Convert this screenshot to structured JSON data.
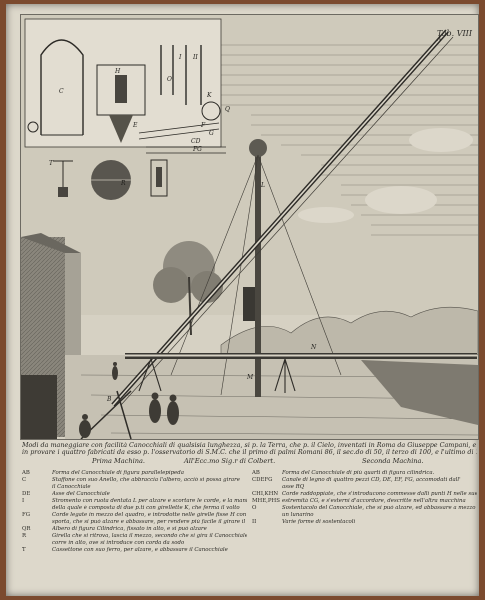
{
  "plate": {
    "tab_label": "Tab. VIII",
    "letters": [
      "C",
      "T",
      "H",
      "R",
      "I",
      "II",
      "O",
      "K",
      "E",
      "Q",
      "F",
      "G",
      "CD",
      "FG",
      "A",
      "B",
      "M",
      "N",
      "L"
    ]
  },
  "caption": {
    "lines": [
      "Modi da maneggiare con facilità Canocchiali di qualsisia lunghezza, sì p. la Terra, che p. il Cielo, inventati in Roma da Giuseppe Campani, e praticati",
      "in provare i quattro fabricati da esso p. l'osservatorio di S.M.C. che il primo di palmi Romani 86, il sec.do di 50, il terzo di 100, e l'ultimo di 136, dedicati",
      "All'Ecc.mo Sig.r di Colbert."
    ],
    "prima": "Prima Machina.",
    "seconda": "Seconda Machina."
  },
  "legend": {
    "left": [
      {
        "k": "AB",
        "v": "Forma del Canocchiale di figura parallelepipeda"
      },
      {
        "k": "C",
        "v": "Staffone con suo Anello, che abbraccia l'albero, acciò si possa girare"
      },
      {
        "k": "",
        "v": "il Canocchiale"
      },
      {
        "k": "DE",
        "v": "Asse del Canocchiale"
      },
      {
        "k": "I",
        "v": "Stromento con ruota dentata L per alzare e scortare le corde, e la manica"
      },
      {
        "k": "",
        "v": "della quale è composta di due p.ti con girellette K, che ferma il volto"
      },
      {
        "k": "FG",
        "v": "Corde legate in mezzo del quadro, e introdotte nelle girelle fisse H con tra-"
      },
      {
        "k": "",
        "v": "sporta, che si può alzare e abbassare, per rendere più facile il girare il Canocchiale"
      },
      {
        "k": "QR",
        "v": "Albero di figura Cilindrica, fissato in alto, e si può alzare"
      },
      {
        "k": "R",
        "v": "Girella che si ritrova, lascia il mezzo, secondo che si gira il Canocchiale, e si oc-"
      },
      {
        "k": "",
        "v": "corre in alto, ove si introduce con corda da sodo"
      },
      {
        "k": "T",
        "v": "Cassettone con suo ferro, per alzare, e abbassare il Canocchiale"
      }
    ],
    "right": [
      {
        "k": "AB",
        "v": "Forma del Canocchiale di più quarti di figura cilindrica."
      },
      {
        "k": "CDEFG",
        "v": "Canale di legno di quattro pezzi CD, DE, EF, FG, accomodati dall'"
      },
      {
        "k": "",
        "v": "asse RQ"
      },
      {
        "k": "CHI,KHN",
        "v": "Corde raddoppiate, che s'introducono commesse dalli punti H nelle sue"
      },
      {
        "k": "MHE,PHS",
        "v": "estremità CG, e s'esterni d'accordare, descritte nell'altra macchina"
      },
      {
        "k": "O",
        "v": "Sostentacolo del Canocchiale, che si può alzare, ed abbassare a mezzo"
      },
      {
        "k": "",
        "v": "un lunarino"
      },
      {
        "k": "II",
        "v": "Varie forme di sostentacoli"
      }
    ]
  }
}
